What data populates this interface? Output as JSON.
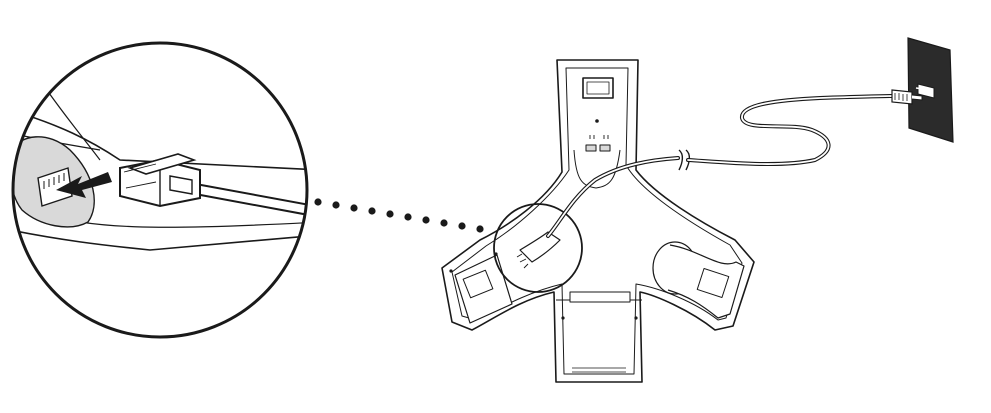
{
  "figure": {
    "kind": "installation-illustration",
    "parts": [
      "magnified-jack-callout",
      "leader-dots",
      "conference-phone",
      "line-cord",
      "wall-jack"
    ],
    "colors": {
      "ink": "#1a1a1a",
      "fill": "#ffffff",
      "shade": "#d9d9d9",
      "wall_plate": "#2b2b2b"
    }
  }
}
